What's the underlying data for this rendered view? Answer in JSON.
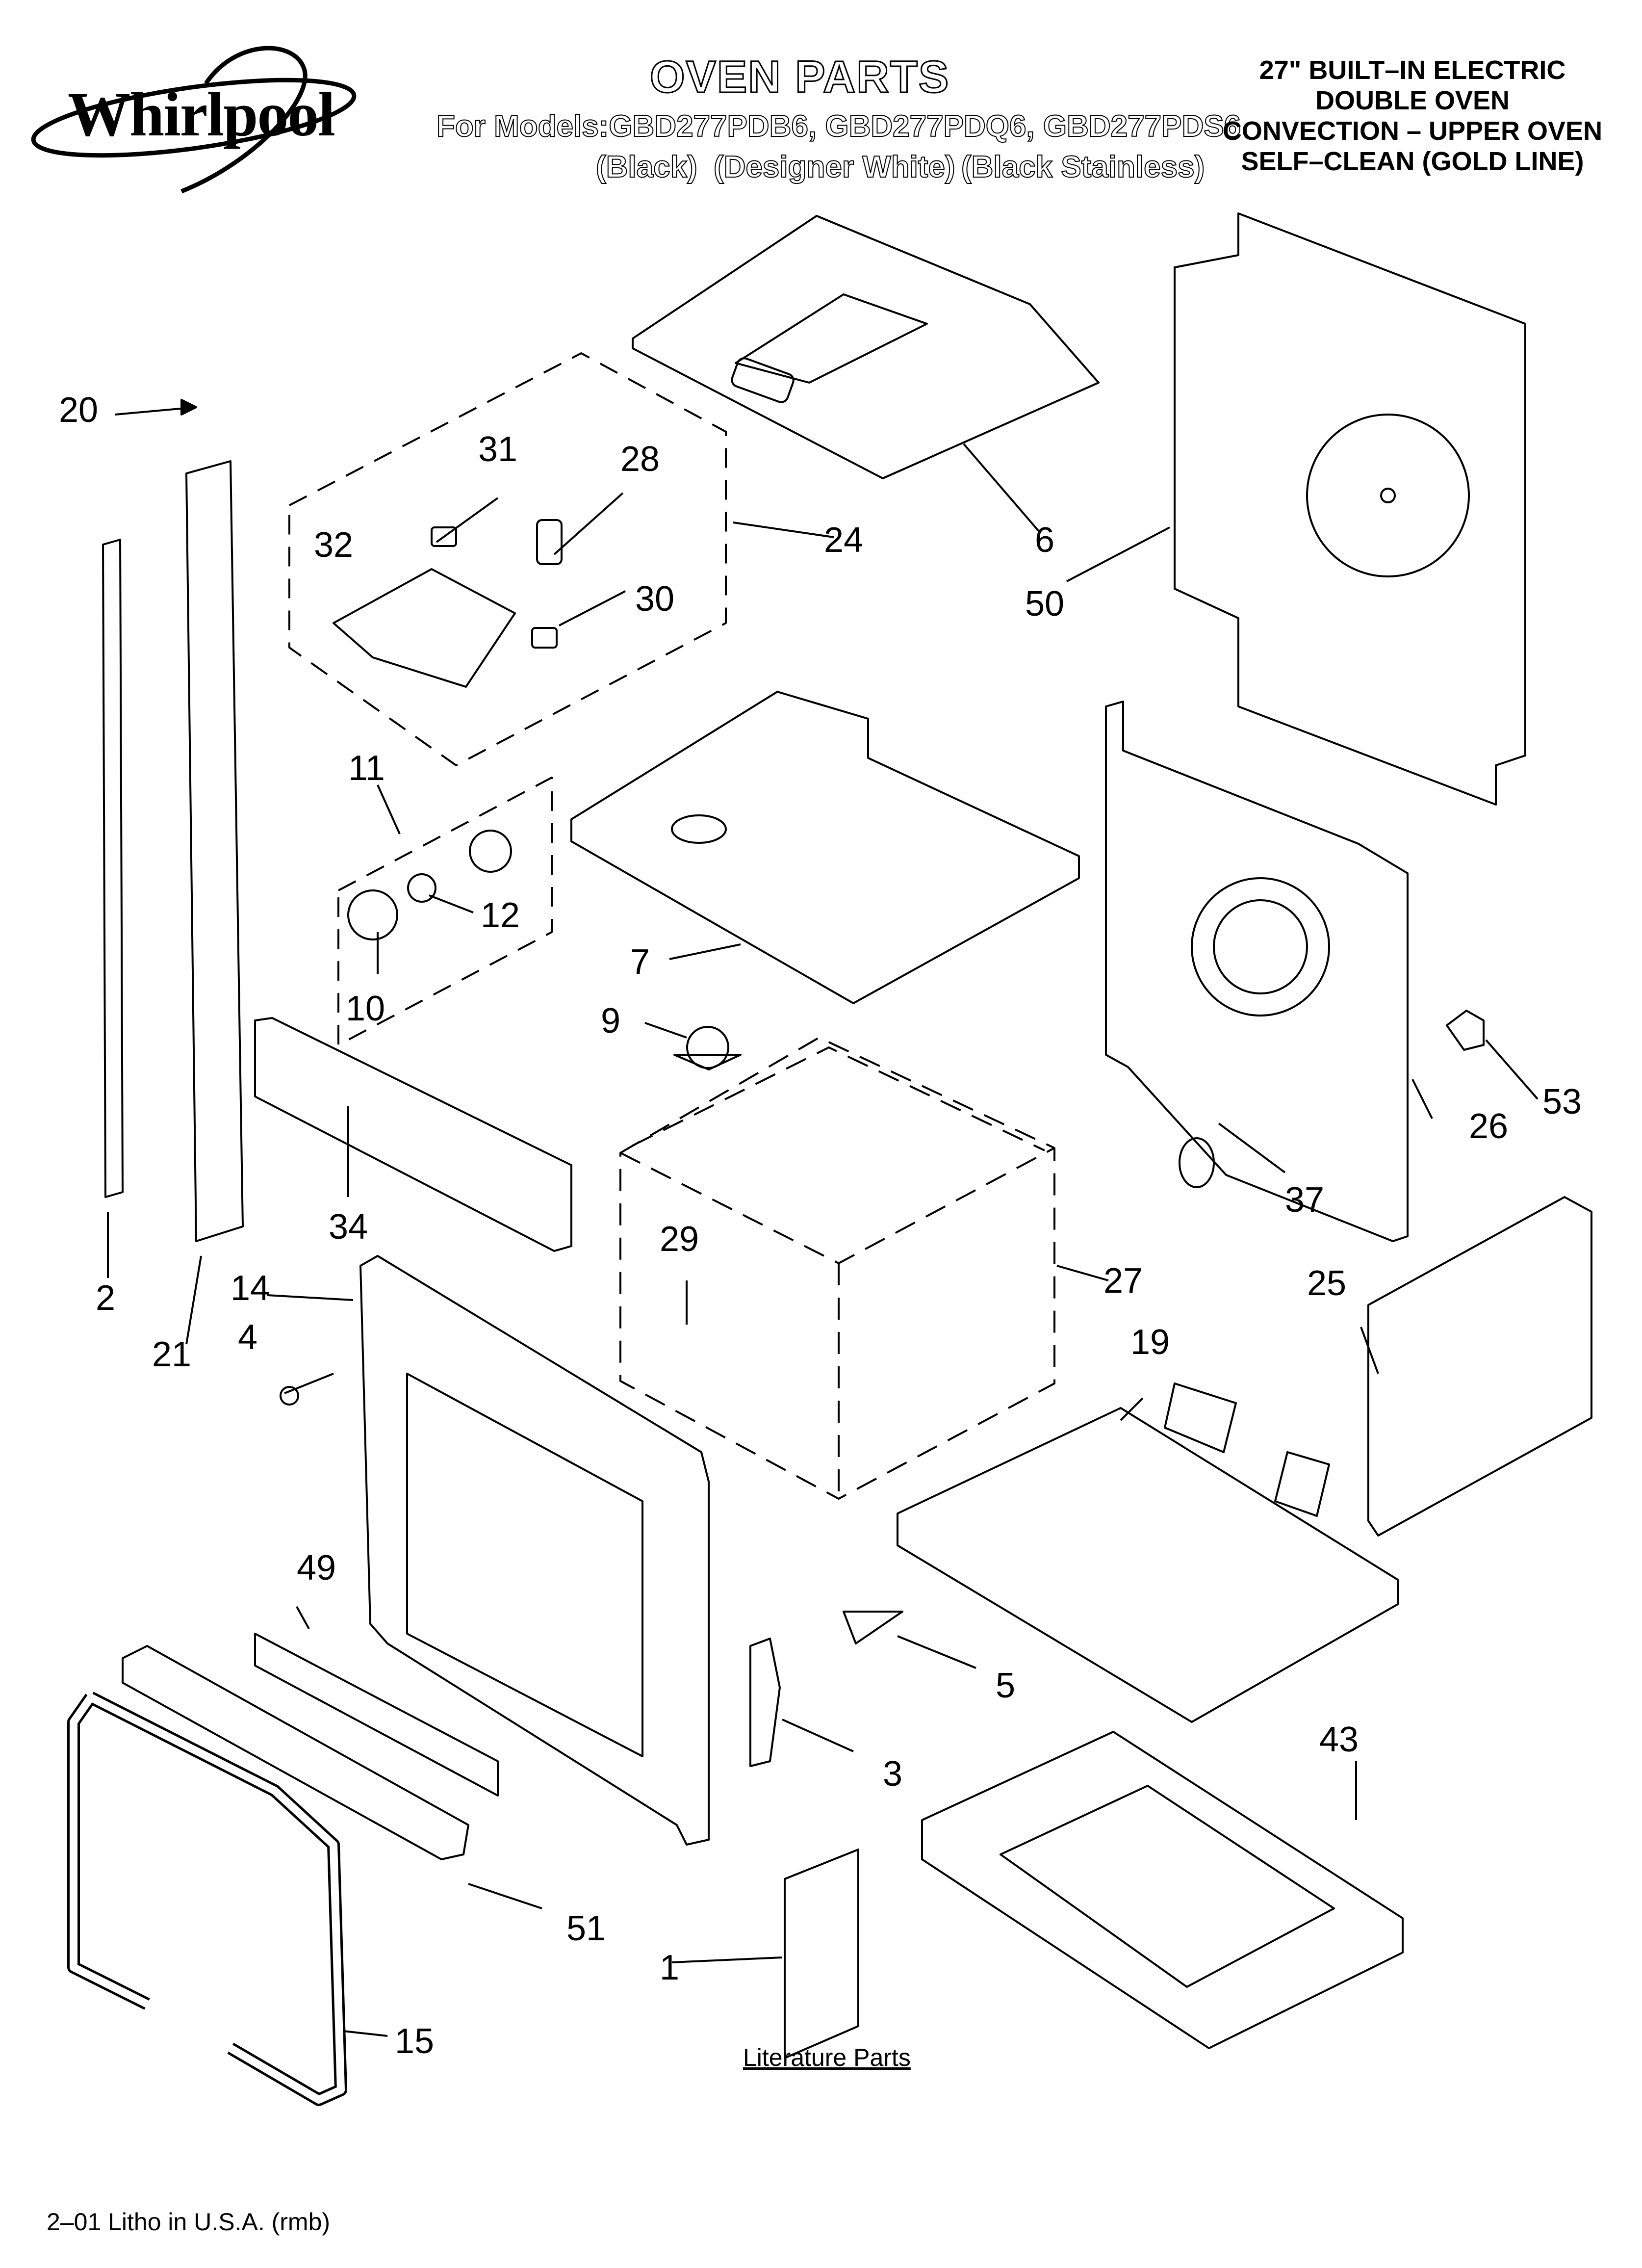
{
  "header": {
    "brand": "Whirlpool",
    "title": "OVEN PARTS",
    "models_line": "For Models:GBD277PDB6, GBD277PDQ6, GBD277PDS6",
    "variants": [
      "(Black)",
      "(Designer White)",
      "(Black Stainless)"
    ],
    "description_lines": [
      "27\" BUILT–IN ELECTRIC",
      "DOUBLE OVEN",
      "CONVECTION – UPPER OVEN",
      "SELF–CLEAN (GOLD LINE)"
    ]
  },
  "part_labels": [
    "20",
    "31",
    "28",
    "32",
    "24",
    "30",
    "6",
    "50",
    "11",
    "12",
    "10",
    "7",
    "9",
    "34",
    "53",
    "26",
    "37",
    "29",
    "2",
    "14",
    "27",
    "25",
    "21",
    "4",
    "19",
    "49",
    "5",
    "3",
    "43",
    "51",
    "1",
    "15"
  ],
  "literature_label": "Literature Parts",
  "footer": "2–01 Litho in U.S.A. (rmb)"
}
